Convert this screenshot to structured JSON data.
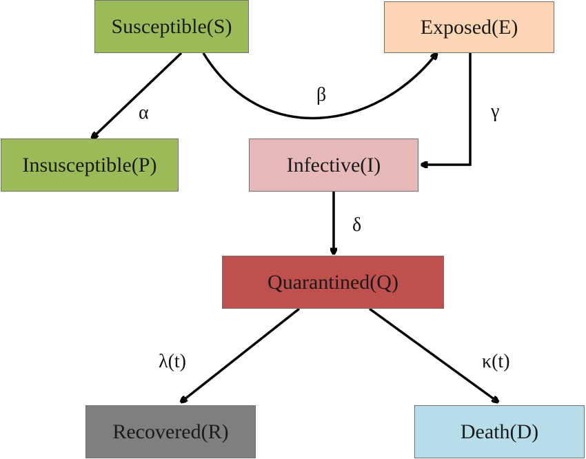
{
  "nodes": {
    "susceptible": {
      "label": "Susceptible(S)",
      "color": "#9bbb59"
    },
    "exposed": {
      "label": "Exposed(E)",
      "color": "#fcd5b5"
    },
    "insusceptible": {
      "label": "Insusceptible(P)",
      "color": "#9bbb59"
    },
    "infective": {
      "label": "Infective(I)",
      "color": "#e6b9b8"
    },
    "quarantined": {
      "label": "Quarantined(Q)",
      "color": "#c0504d"
    },
    "recovered": {
      "label": "Recovered(R)",
      "color": "#7f7f7f"
    },
    "death": {
      "label": "Death(D)",
      "color": "#b7dde8"
    }
  },
  "edges": {
    "s_to_p": {
      "label": "α"
    },
    "s_to_e": {
      "label": "β"
    },
    "e_to_i": {
      "label": "γ"
    },
    "i_to_q": {
      "label": "δ"
    },
    "q_to_r": {
      "label": "λ(t)"
    },
    "q_to_d": {
      "label": "κ(t)"
    }
  }
}
